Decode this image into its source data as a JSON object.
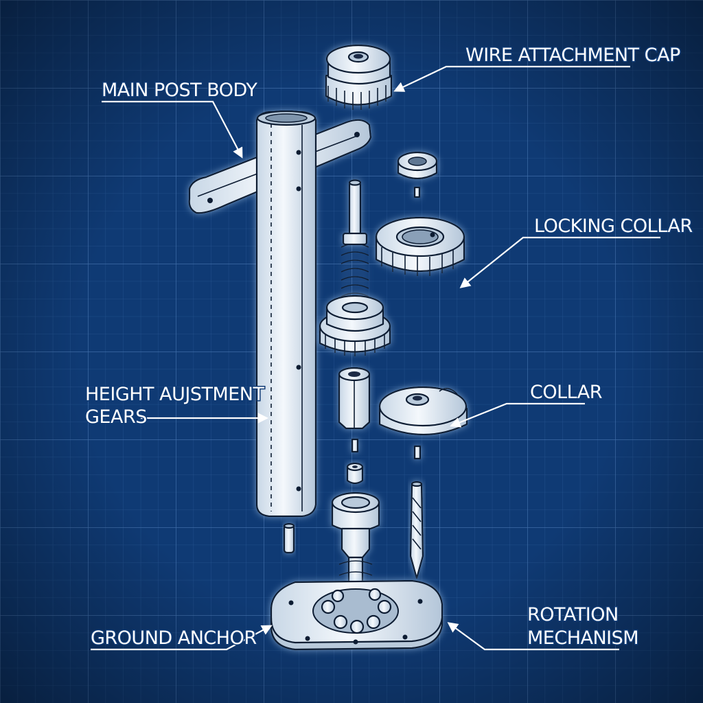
{
  "labels": {
    "main_post_body": "MAIN POST BODY",
    "wire_attachment_cap": "WIRE ATTACHMENT CAP",
    "locking_collar": "LOCKING COLLAR",
    "height_adjustment_line1": "HEIGHT AUJSTMENT",
    "height_adjustment_line2": "GEARS",
    "collar": "COLLAR",
    "rotation_line1": "ROTATION",
    "rotation_line2": "MECHANISM",
    "ground_anchor": "GROUND ANCHOR"
  },
  "colors": {
    "background": "#0f3a74",
    "grid_minor": "#3a6aa8",
    "grid_major": "#5a88c2",
    "label_text": "#ffffff",
    "part_fill": "#e6eef6",
    "outline": "#0c1c33"
  }
}
